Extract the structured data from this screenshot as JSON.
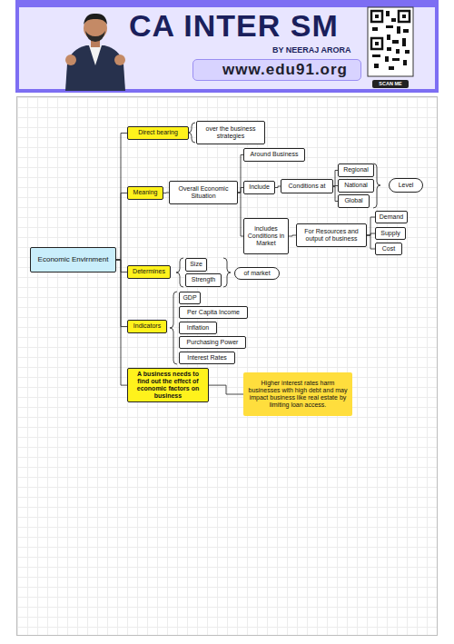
{
  "diagram": {
    "title": "CA INTER SM",
    "nodes": [
      {
        "text": [
          "www.edu91.org"
        ]
      },
      {
        "text": [
          "Economic Envirnment"
        ]
      },
      {
        "text": [
          "Direct bearing"
        ]
      },
      {
        "text": [
          "over the business strategies"
        ]
      },
      {
        "text": [
          "Meaning"
        ]
      },
      {
        "text": [
          "Overall Economic Situation"
        ]
      },
      {
        "text": [
          "Around Business"
        ]
      },
      {
        "text": [
          "Include"
        ]
      },
      {
        "text": [
          "Conditions at"
        ]
      },
      {
        "text": [
          "Regional"
        ]
      },
      {
        "text": [
          "National"
        ]
      },
      {
        "text": [
          "Global"
        ]
      },
      {
        "text": [
          "Level"
        ]
      },
      {
        "text": [
          "includes Conditions in Market"
        ]
      },
      {
        "text": [
          "For Resources and output of business"
        ]
      },
      {
        "text": [
          "Demand"
        ]
      },
      {
        "text": [
          "Supply"
        ]
      },
      {
        "text": [
          "Cost"
        ]
      },
      {
        "text": [
          "Determines"
        ]
      },
      {
        "text": [
          "Size"
        ]
      },
      {
        "text": [
          "Strength"
        ]
      },
      {
        "text": [
          "of market"
        ]
      },
      {
        "text": [
          "Indicators"
        ]
      },
      {
        "text": [
          "GDP"
        ]
      },
      {
        "text": [
          "Per Capita Income"
        ]
      },
      {
        "text": [
          "Inflation"
        ]
      },
      {
        "text": [
          "Purchasing Power"
        ]
      },
      {
        "text": [
          "Interest Rates"
        ]
      },
      {
        "text": [
          "A business needs to find out the effect of economic factors on business"
        ]
      },
      {
        "text": [
          "Higher interest rates harm businesses with high debt and may impact business like real estate by limiting loan access."
        ]
      }
    ],
    "edges": [
      {
        "from": 1,
        "to": 2,
        "arrow": "none"
      },
      {
        "from": 1,
        "to": 4,
        "arrow": "none"
      },
      {
        "from": 1,
        "to": 18,
        "arrow": "none"
      },
      {
        "from": 1,
        "to": 22,
        "arrow": "none"
      },
      {
        "from": 1,
        "to": 28,
        "arrow": "none"
      },
      {
        "from": 4,
        "to": 5,
        "arrow": "none"
      },
      {
        "from": 5,
        "to": 6,
        "arrow": "none"
      },
      {
        "from": 5,
        "to": 7,
        "arrow": "none"
      },
      {
        "from": 5,
        "to": 13,
        "arrow": "none"
      },
      {
        "from": 7,
        "to": 8,
        "arrow": "none"
      },
      {
        "from": 8,
        "to": 9,
        "arrow": "none"
      },
      {
        "from": 8,
        "to": 10,
        "arrow": "none"
      },
      {
        "from": 8,
        "to": 11,
        "arrow": "none"
      },
      {
        "from": 13,
        "to": 14,
        "arrow": "none"
      },
      {
        "from": 14,
        "to": 15,
        "arrow": "none"
      },
      {
        "from": 14,
        "to": 16,
        "arrow": "none"
      },
      {
        "from": 14,
        "to": 17,
        "arrow": "none"
      },
      {
        "from": 28,
        "to": 29,
        "arrow": "none"
      }
    ],
    "labels": [
      "BY NEERAJ ARORA",
      "SCAN ME"
    ]
  }
}
